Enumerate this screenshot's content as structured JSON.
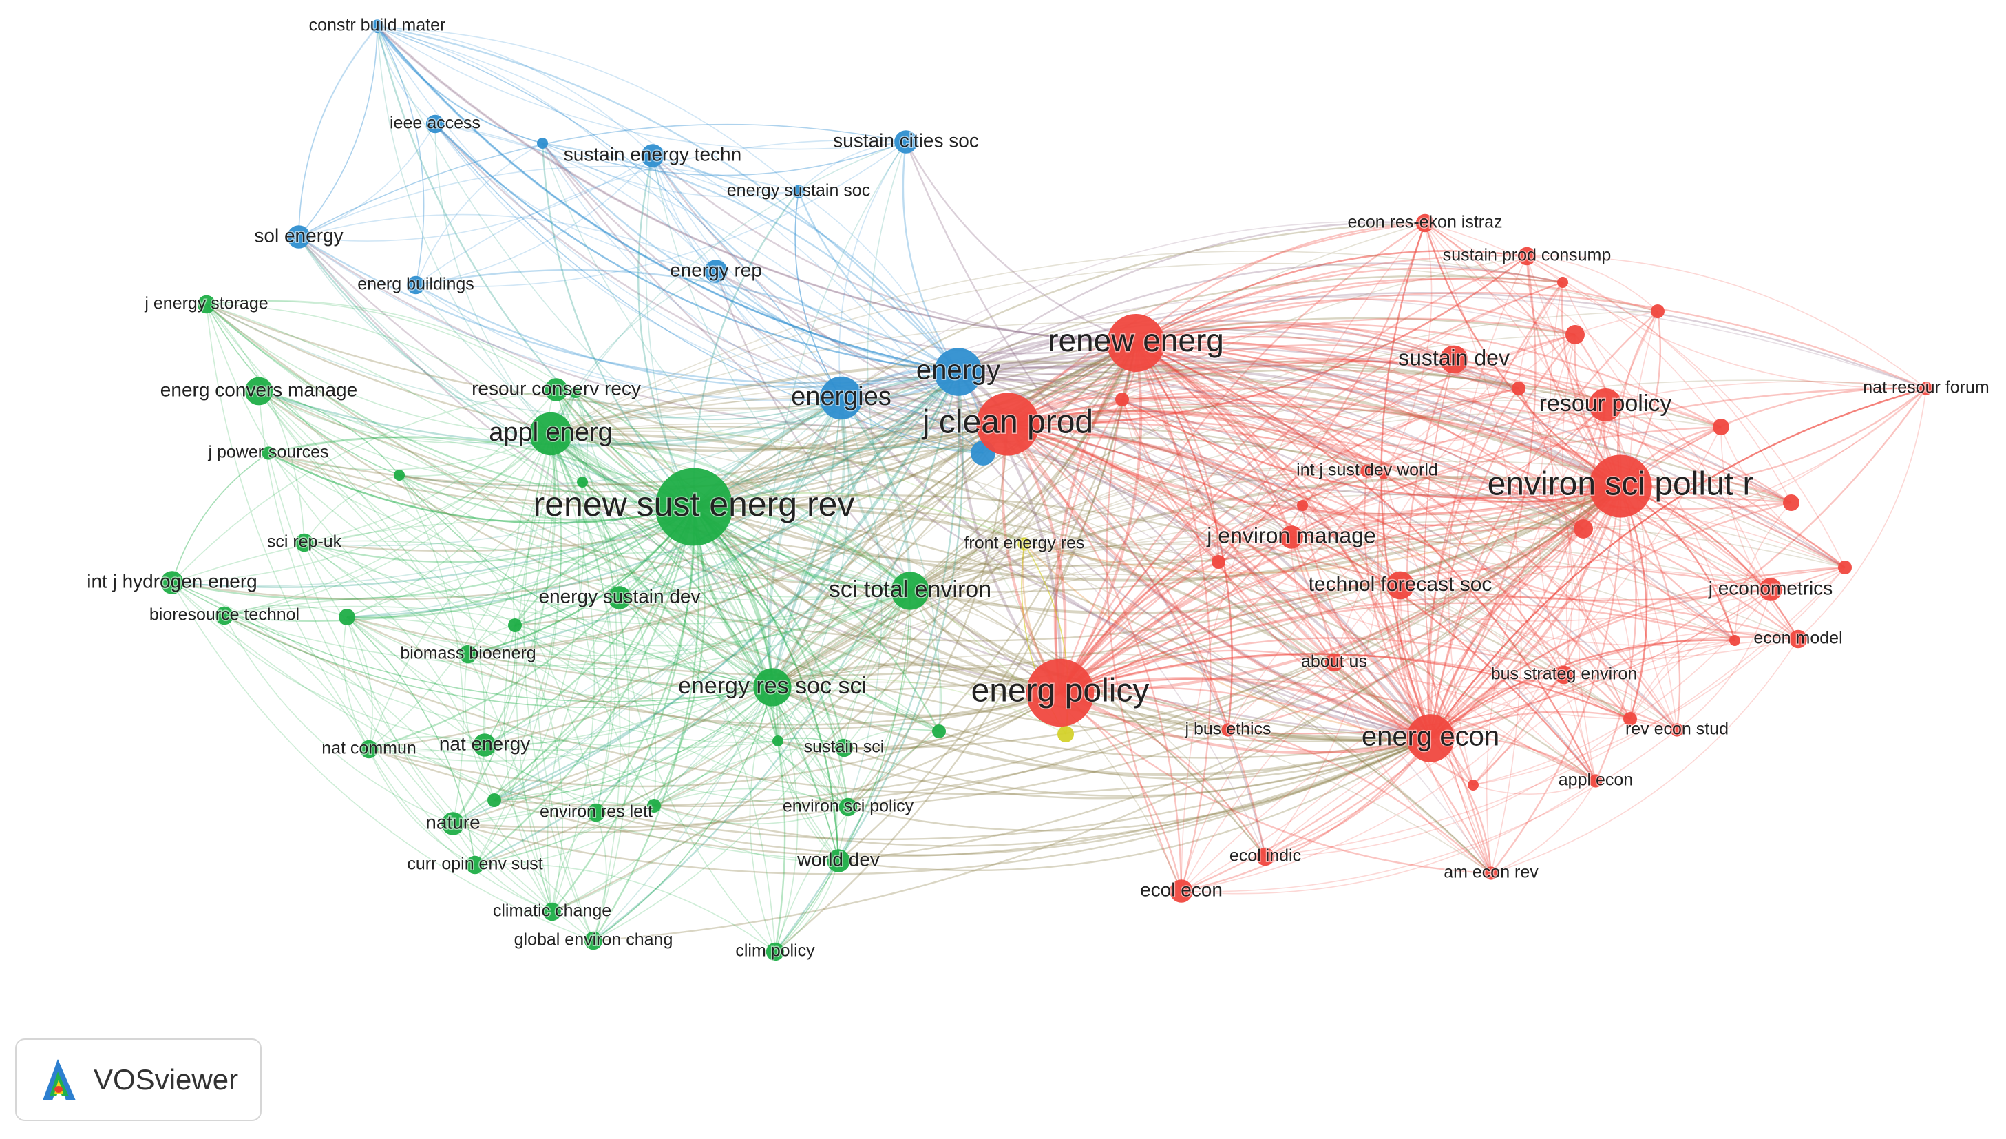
{
  "clusters": {
    "red": {
      "color": "#f0483f"
    },
    "green": {
      "color": "#1fae47"
    },
    "blue": {
      "color": "#2f8fd0"
    },
    "yellow": {
      "color": "#d4d22c"
    }
  },
  "nodes": [
    {
      "id": "constr-build-mater",
      "label": "constr build mater",
      "cluster": "blue",
      "weight": 1
    },
    {
      "id": "ieee-access",
      "label": "ieee access",
      "cluster": "blue",
      "weight": 2
    },
    {
      "id": "sustain-energy-techn",
      "label": "sustain energy techn",
      "cluster": "blue",
      "weight": 3
    },
    {
      "id": "sustain-cities-soc",
      "label": "sustain cities soc",
      "cluster": "blue",
      "weight": 3
    },
    {
      "id": "energy-sustain-soc",
      "label": "energy sustain soc",
      "cluster": "blue",
      "weight": 1
    },
    {
      "id": "sol-energy",
      "label": "sol energy",
      "cluster": "blue",
      "weight": 3
    },
    {
      "id": "energ-buildings",
      "label": "energ buildings",
      "cluster": "blue",
      "weight": 2
    },
    {
      "id": "energy-rep",
      "label": "energy rep",
      "cluster": "blue",
      "weight": 3
    },
    {
      "id": "energy",
      "label": "energy",
      "cluster": "blue",
      "weight": 8
    },
    {
      "id": "energies",
      "label": "energies",
      "cluster": "blue",
      "weight": 7
    },
    {
      "id": "j-energy-storage",
      "label": "j energy storage",
      "cluster": "green",
      "weight": 2
    },
    {
      "id": "energ-convers-manage",
      "label": "energ convers manage",
      "cluster": "green",
      "weight": 4
    },
    {
      "id": "resour-conserv-recy",
      "label": "resour conserv recy",
      "cluster": "green",
      "weight": 3
    },
    {
      "id": "appl-energ",
      "label": "appl energ",
      "cluster": "green",
      "weight": 7
    },
    {
      "id": "j-power-sources",
      "label": "j power sources",
      "cluster": "green",
      "weight": 1
    },
    {
      "id": "renew-sust-energ-rev",
      "label": "renew sust energ rev",
      "cluster": "green",
      "weight": 14
    },
    {
      "id": "sci-rep-uk",
      "label": "sci rep-uk",
      "cluster": "green",
      "weight": 2
    },
    {
      "id": "int-j-hydrogen-energ",
      "label": "int j hydrogen energ",
      "cluster": "green",
      "weight": 3
    },
    {
      "id": "bioresource-technol",
      "label": "bioresource technol",
      "cluster": "green",
      "weight": 2
    },
    {
      "id": "energy-sustain-dev",
      "label": "energy sustain dev",
      "cluster": "green",
      "weight": 3
    },
    {
      "id": "sci-total-environ",
      "label": "sci total environ",
      "cluster": "green",
      "weight": 6
    },
    {
      "id": "biomass-bioenerg",
      "label": "biomass bioenerg",
      "cluster": "green",
      "weight": 2
    },
    {
      "id": "energy-res-soc-sci",
      "label": "energy res soc sci",
      "cluster": "green",
      "weight": 6
    },
    {
      "id": "nat-commun",
      "label": "nat commun",
      "cluster": "green",
      "weight": 2
    },
    {
      "id": "nat-energy",
      "label": "nat energy",
      "cluster": "green",
      "weight": 3
    },
    {
      "id": "sustain-sci",
      "label": "sustain sci",
      "cluster": "green",
      "weight": 2
    },
    {
      "id": "nature",
      "label": "nature",
      "cluster": "green",
      "weight": 3
    },
    {
      "id": "environ-res-lett",
      "label": "environ res lett",
      "cluster": "green",
      "weight": 2
    },
    {
      "id": "environ-sci-policy",
      "label": "environ sci policy",
      "cluster": "green",
      "weight": 2
    },
    {
      "id": "world-dev",
      "label": "world dev",
      "cluster": "green",
      "weight": 3
    },
    {
      "id": "curr-opin-env-sust",
      "label": "curr opin env sust",
      "cluster": "green",
      "weight": 2
    },
    {
      "id": "climatic-change",
      "label": "climatic change",
      "cluster": "green",
      "weight": 2
    },
    {
      "id": "global-environ-chang",
      "label": "global environ chang",
      "cluster": "green",
      "weight": 2
    },
    {
      "id": "clim-policy",
      "label": "clim policy",
      "cluster": "green",
      "weight": 2
    },
    {
      "id": "front-energy-res",
      "label": "front energy res",
      "cluster": "yellow",
      "weight": 1
    },
    {
      "id": "econ-res-ekon-istraz",
      "label": "econ res-ekon istraz",
      "cluster": "red",
      "weight": 2
    },
    {
      "id": "sustain-prod-consump",
      "label": "sustain prod consump",
      "cluster": "red",
      "weight": 2
    },
    {
      "id": "renew-energ",
      "label": "renew energ",
      "cluster": "red",
      "weight": 10
    },
    {
      "id": "sustain-dev",
      "label": "sustain dev",
      "cluster": "red",
      "weight": 4
    },
    {
      "id": "nat-resour-forum",
      "label": "nat resour forum",
      "cluster": "red",
      "weight": 1
    },
    {
      "id": "resour-policy",
      "label": "resour policy",
      "cluster": "red",
      "weight": 5
    },
    {
      "id": "j-clean-prod",
      "label": "j clean prod",
      "cluster": "red",
      "weight": 11
    },
    {
      "id": "int-j-sust-dev-world",
      "label": "int j sust dev world",
      "cluster": "red",
      "weight": 1
    },
    {
      "id": "environ-sci-pollut-r",
      "label": "environ sci pollut r",
      "cluster": "red",
      "weight": 11
    },
    {
      "id": "j-environ-manage",
      "label": "j environ manage",
      "cluster": "red",
      "weight": 3
    },
    {
      "id": "technol-forecast-soc",
      "label": "technol forecast soc",
      "cluster": "red",
      "weight": 4
    },
    {
      "id": "j-econometrics",
      "label": "j econometrics",
      "cluster": "red",
      "weight": 3
    },
    {
      "id": "econ-model",
      "label": "econ model",
      "cluster": "red",
      "weight": 2
    },
    {
      "id": "about-us",
      "label": "about us",
      "cluster": "red",
      "weight": 2
    },
    {
      "id": "bus-strateg-environ",
      "label": "bus strateg environ",
      "cluster": "red",
      "weight": 2
    },
    {
      "id": "energ-policy",
      "label": "energ policy",
      "cluster": "red",
      "weight": 12
    },
    {
      "id": "j-bus-ethics",
      "label": "j bus ethics",
      "cluster": "red",
      "weight": 1
    },
    {
      "id": "energ-econ",
      "label": "energ econ",
      "cluster": "red",
      "weight": 8
    },
    {
      "id": "rev-econ-stud",
      "label": "rev econ stud",
      "cluster": "red",
      "weight": 1
    },
    {
      "id": "appl-econ",
      "label": "appl econ",
      "cluster": "red",
      "weight": 1
    },
    {
      "id": "ecol-indic",
      "label": "ecol indic",
      "cluster": "red",
      "weight": 2
    },
    {
      "id": "am-econ-rev",
      "label": "am econ rev",
      "cluster": "red",
      "weight": 1
    },
    {
      "id": "ecol-econ",
      "label": "ecol econ",
      "cluster": "red",
      "weight": 3
    }
  ],
  "logo": {
    "text": "VOSviewer",
    "icon": "vosviewer-logo-icon"
  }
}
